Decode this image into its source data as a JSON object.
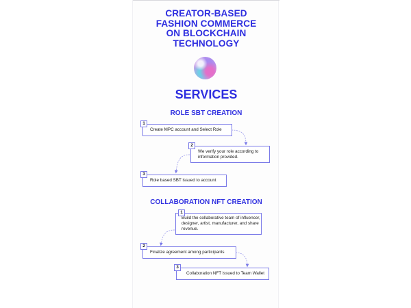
{
  "hero": {
    "title_lines": [
      "CREATOR-BASED",
      "FASHION COMMERCE",
      "ON BLOCKCHAIN",
      "TECHNOLOGY"
    ]
  },
  "logo": {
    "icon": "gradient-orb-logo"
  },
  "services": {
    "title": "SERVICES"
  },
  "sbt": {
    "title": "ROLE SBT CREATION",
    "steps": [
      {
        "num": "1",
        "text": "Create MPC account and Select Role"
      },
      {
        "num": "2",
        "text": "We verify your role according to information provided."
      },
      {
        "num": "3",
        "text": "Role based SBT issued to account"
      }
    ]
  },
  "nft": {
    "title": "COLLABORATION NFT CREATION",
    "steps": [
      {
        "num": "1",
        "text": "Build the collaborative team of influencer, designer, artist, manufacturer, and share revenue."
      },
      {
        "num": "2",
        "text": "Finalize agreement among participants"
      },
      {
        "num": "3",
        "text": "Collaboration NFT issued to Team Wallet"
      }
    ]
  },
  "colors": {
    "accent": "#2f2fe0",
    "box_border": "#7a7ae8",
    "text": "#1a1a1a"
  }
}
